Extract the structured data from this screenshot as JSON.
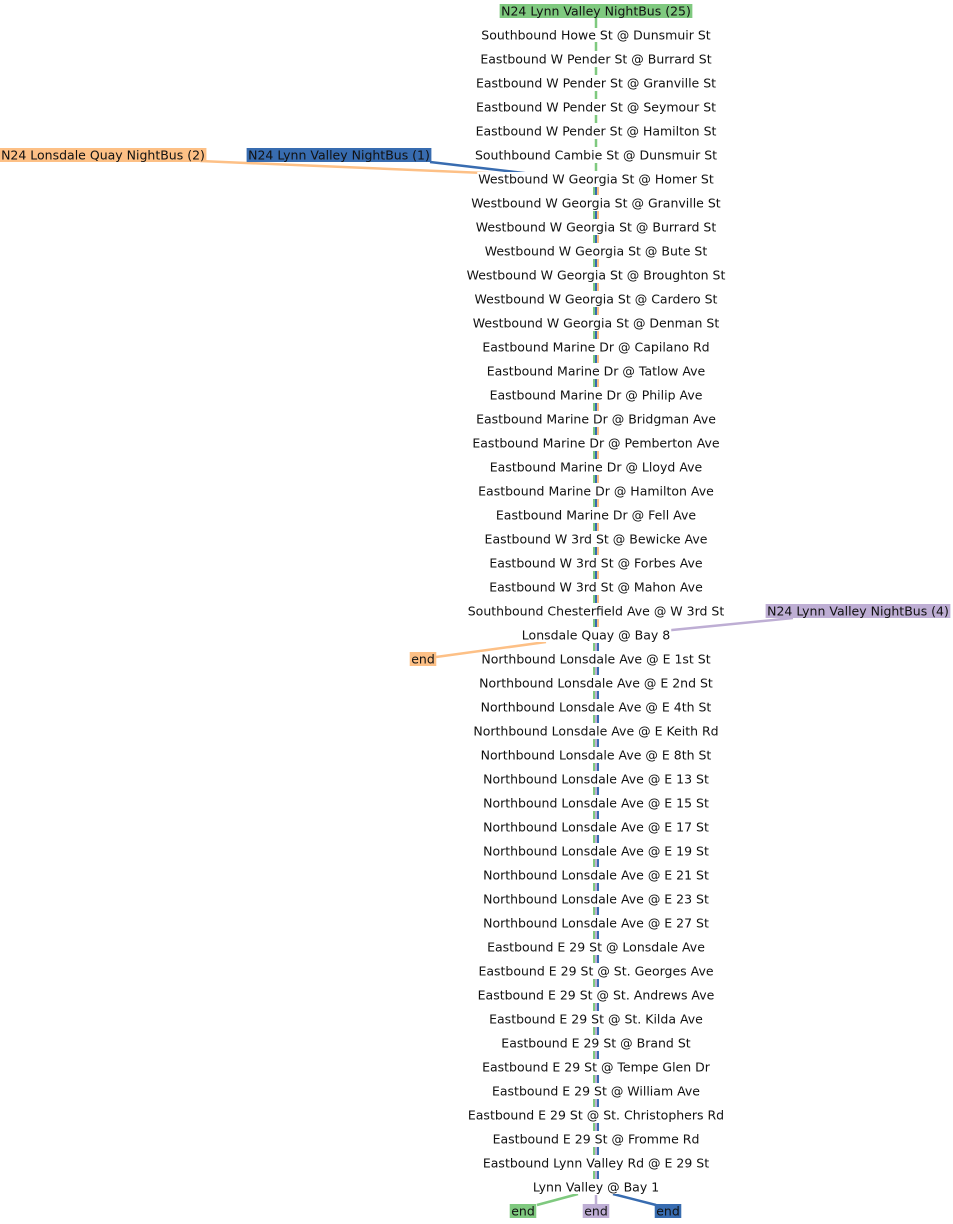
{
  "colors": {
    "green": "#7fc97f",
    "blue": "#386cb0",
    "orange": "#fdc086",
    "purple": "#beaed4"
  },
  "routes": [
    {
      "id": "r25",
      "label": "N24 Lynn Valley NightBus (25)",
      "color": "#7fc97f"
    },
    {
      "id": "r1",
      "label": "N24 Lynn Valley NightBus (1)",
      "color": "#386cb0"
    },
    {
      "id": "r2",
      "label": "N24 Lonsdale Quay NightBus (2)",
      "color": "#fdc086"
    },
    {
      "id": "r4",
      "label": "N24 Lynn Valley NightBus (4)",
      "color": "#beaed4"
    }
  ],
  "stops": [
    "Southbound Howe St @ Dunsmuir St",
    "Eastbound W Pender St @ Burrard St",
    "Eastbound W Pender St @ Granville St",
    "Eastbound W Pender St @ Seymour St",
    "Eastbound W Pender St @ Hamilton St",
    "Southbound Cambie St @ Dunsmuir St",
    "Westbound W Georgia St @ Homer St",
    "Westbound W Georgia St @ Granville St",
    "Westbound W Georgia St @ Burrard St",
    "Westbound W Georgia St @ Bute St",
    "Westbound W Georgia St @ Broughton St",
    "Westbound W Georgia St @ Cardero St",
    "Westbound W Georgia St @ Denman St",
    "Eastbound Marine Dr @ Capilano Rd",
    "Eastbound Marine Dr @ Tatlow Ave",
    "Eastbound Marine Dr @ Philip Ave",
    "Eastbound Marine Dr @ Bridgman Ave",
    "Eastbound Marine Dr @ Pemberton Ave",
    "Eastbound Marine Dr @ Lloyd Ave",
    "Eastbound Marine Dr @ Hamilton Ave",
    "Eastbound Marine Dr @ Fell Ave",
    "Eastbound W 3rd St @ Bewicke Ave",
    "Eastbound W 3rd St @ Forbes Ave",
    "Eastbound W 3rd St @ Mahon Ave",
    "Southbound Chesterfield Ave @ W 3rd St",
    "Lonsdale Quay @ Bay 8",
    "Northbound Lonsdale Ave @ E 1st St",
    "Northbound Lonsdale Ave @ E 2nd St",
    "Northbound Lonsdale Ave @ E 4th St",
    "Northbound Lonsdale Ave @ E Keith Rd",
    "Northbound Lonsdale Ave @ E 8th St",
    "Northbound Lonsdale Ave @ E 13 St",
    "Northbound Lonsdale Ave @ E 15 St",
    "Northbound Lonsdale Ave @ E 17 St",
    "Northbound Lonsdale Ave @ E 19 St",
    "Northbound Lonsdale Ave @ E 21 St",
    "Northbound Lonsdale Ave @ E 23 St",
    "Northbound Lonsdale Ave @ E 27 St",
    "Eastbound E 29 St @ Lonsdale Ave",
    "Eastbound E 29 St @ St. Georges Ave",
    "Eastbound E 29 St @ St. Andrews Ave",
    "Eastbound E 29 St @ St. Kilda Ave",
    "Eastbound E 29 St @ Brand St",
    "Eastbound E 29 St @ Tempe Glen Dr",
    "Eastbound E 29 St @ William Ave",
    "Eastbound E 29 St @ St. Christophers Rd",
    "Eastbound E 29 St @ Fromme Rd",
    "Eastbound Lynn Valley Rd @ E 29 St",
    "Lynn Valley @ Bay 1"
  ],
  "end_labels": [
    {
      "route": "r2",
      "text": "end",
      "color": "#fdc086"
    },
    {
      "route": "r25",
      "text": "end",
      "color": "#7fc97f"
    },
    {
      "route": "r4",
      "text": "end",
      "color": "#beaed4"
    },
    {
      "route": "r1",
      "text": "end",
      "color": "#386cb0"
    }
  ]
}
